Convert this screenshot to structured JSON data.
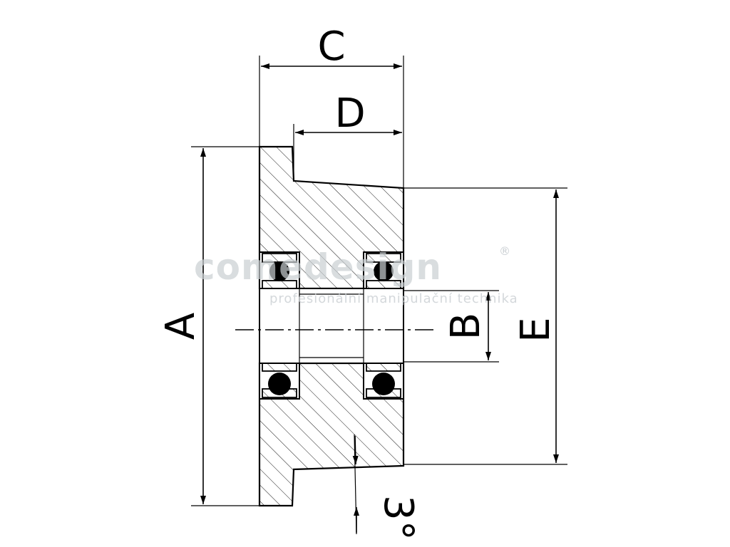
{
  "dimensions": {
    "a": "A",
    "b": "B",
    "c": "C",
    "d": "D",
    "e": "E",
    "angle": "3°"
  },
  "watermark": {
    "brand": "comedesign",
    "registered": "®",
    "tagline": "profesionální manipulační technika"
  },
  "colors": {
    "line": "#000000",
    "watermark": "#c9ced2",
    "background": "#ffffff"
  }
}
